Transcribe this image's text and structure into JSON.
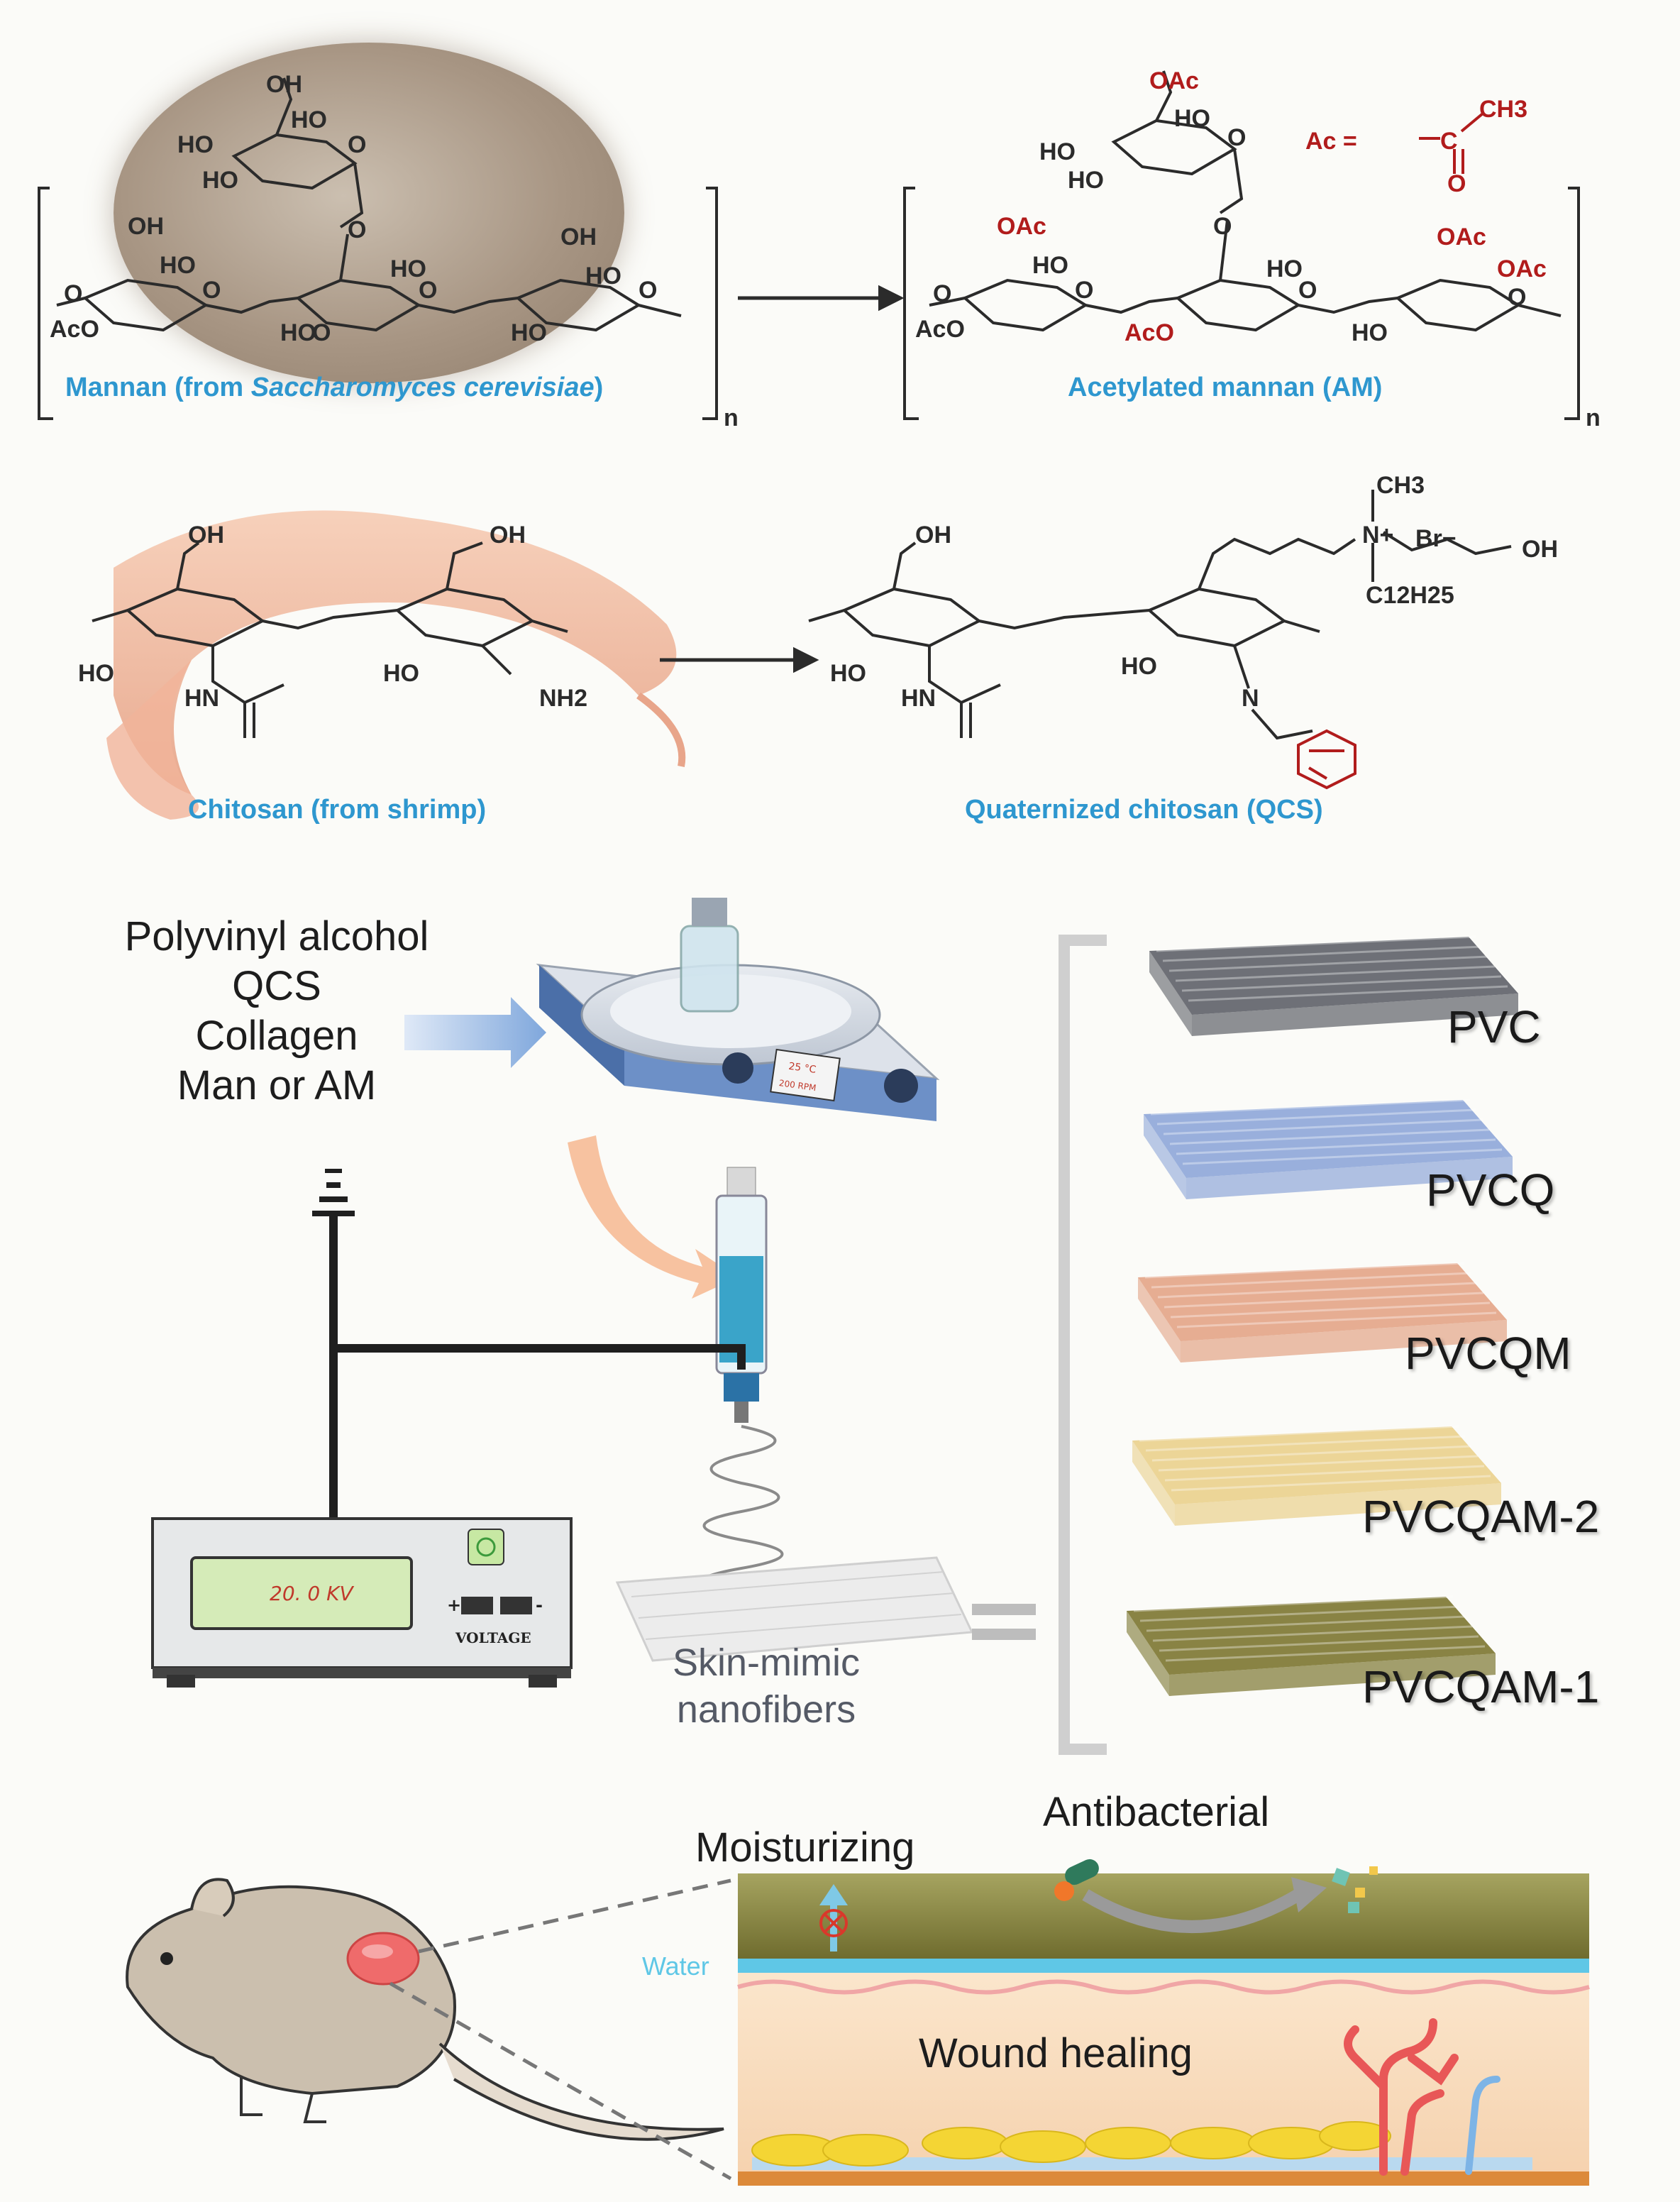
{
  "mannan_section": {
    "mannan_caption_prefix": "Mannan (from ",
    "mannan_caption_species": "Saccharomyces cerevisiae",
    "mannan_caption_suffix": ")",
    "am_caption": "Acetylated mannan (AM)",
    "repeat_subscript": "n",
    "ac_definition": "Ac =",
    "labels": {
      "oh": "OH",
      "ho": "HO",
      "o": "O",
      "aco": "AcO",
      "oac": "OAc",
      "c": "C",
      "ch3": "CH3"
    }
  },
  "chitosan_section": {
    "chitosan_caption": "Chitosan (from shrimp)",
    "qcs_caption": "Quaternized chitosan (QCS)",
    "labels": {
      "oh": "OH",
      "ho": "HO",
      "hn": "HN",
      "nh2": "NH2",
      "n": "N",
      "ch3": "CH3",
      "nplus": "N+",
      "br": "Br−",
      "c12h25": "C12H25"
    }
  },
  "process_section": {
    "ingredients": [
      "Polyvinyl alcohol",
      "QCS",
      "Collagen",
      "Man or AM"
    ],
    "stirrer_display_temp": "25 °C",
    "stirrer_display_speed": "200 RPM",
    "power_supply_display": "20. 0 KV",
    "power_supply_voltage_label": "VOLTAGE",
    "plus": "+",
    "minus": "-",
    "nanofiber_label_line1": "Skin-mimic",
    "nanofiber_label_line2": "nanofibers"
  },
  "materials": [
    {
      "label": "PVC",
      "color": "#5e6168"
    },
    {
      "label": "PVCQ",
      "color": "#8ea6d8"
    },
    {
      "label": "PVCQM",
      "color": "#e3a486"
    },
    {
      "label": "PVCQAM-2",
      "color": "#ead08c"
    },
    {
      "label": "PVCQAM-1",
      "color": "#7c7630"
    }
  ],
  "application_section": {
    "moisturizing": "Moisturizing",
    "antibacterial": "Antibacterial",
    "water": "Water",
    "wound_healing": "Wound healing"
  },
  "colors": {
    "caption_blue": "#2e97cf",
    "acetyl_red": "#b11c1c",
    "dressing_olive": "#8a8a3c",
    "water_cyan": "#5fc7e6",
    "tissue_peach": "#f7dcbd"
  }
}
